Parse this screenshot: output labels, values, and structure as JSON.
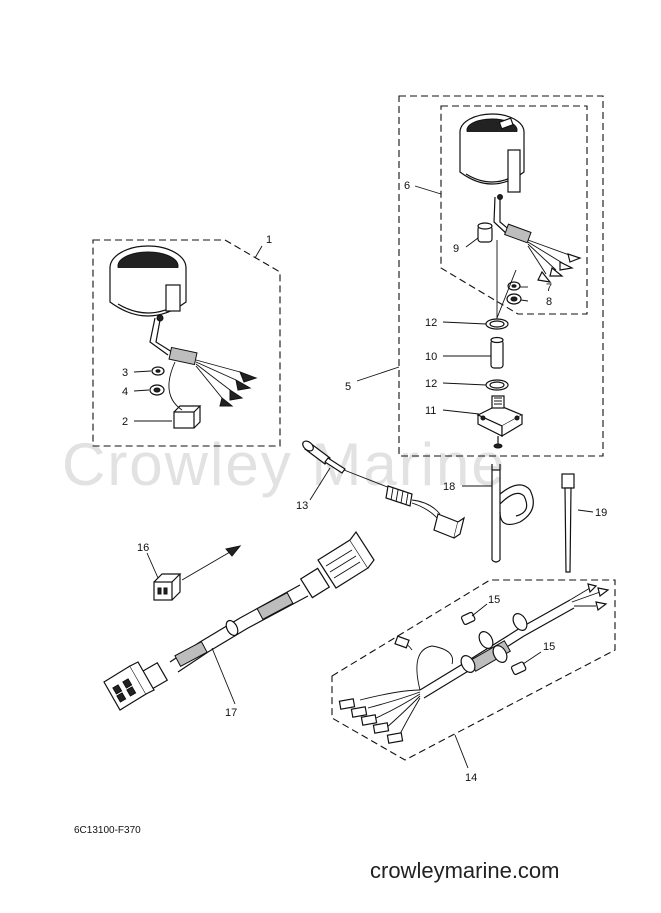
{
  "watermark": "Crowley Marine",
  "drawing_code": "6C13100-F370",
  "footer_site": "crowleymarine.com",
  "callouts": {
    "c1": "1",
    "c2": "2",
    "c3": "3",
    "c4": "4",
    "c5": "5",
    "c6": "6",
    "c7": "7",
    "c8": "8",
    "c9": "9",
    "c10": "10",
    "c11": "11",
    "c12a": "12",
    "c12b": "12",
    "c13": "13",
    "c14": "14",
    "c15a": "15",
    "c15b": "15",
    "c16": "16",
    "c17": "17",
    "c18": "18",
    "c19": "19"
  }
}
